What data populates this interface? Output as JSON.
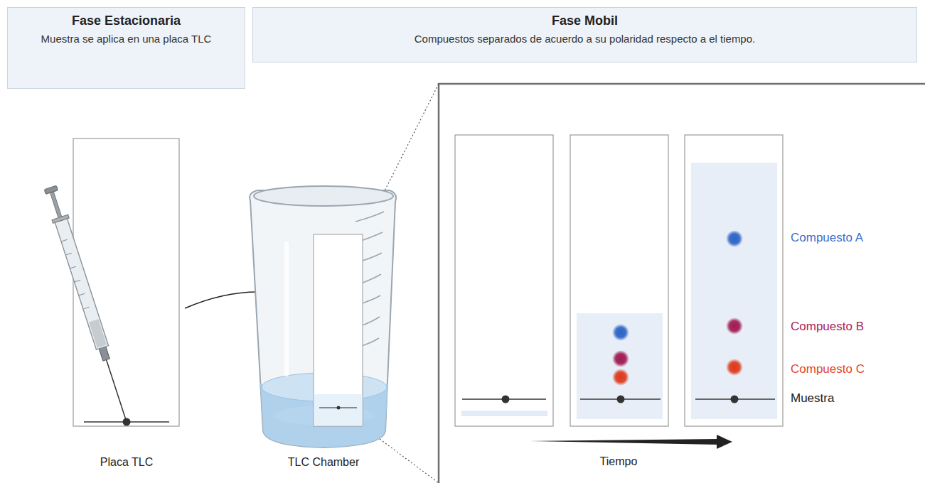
{
  "diagram": {
    "nodes": [
      {
        "text": [
          "Fase Estacionaria",
          "Muestra se aplica en una placa TLC"
        ]
      },
      {
        "text": [
          "Fase Mobil",
          "Compuestos separados de acuerdo a su polaridad respecto a el tiempo."
        ]
      }
    ],
    "labels": [
      "Placa TLC",
      "TLC Chamber",
      "Compuesto A",
      "Compuesto B",
      "Compuesto C",
      "Muestra",
      "Tiempo"
    ]
  }
}
